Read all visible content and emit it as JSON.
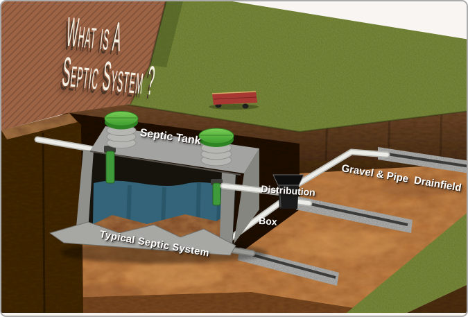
{
  "image": {
    "alt": "Cutaway 3D illustration explaining a residential septic system",
    "title": {
      "line1": "What is A",
      "line2": "Septic System ?"
    },
    "labels": {
      "septic_tank": "Septic Tank",
      "distribution_box_line1": "Distribution",
      "distribution_box_line2": "Box",
      "drainfield": "Gravel & Pipe  Drainfield",
      "caption": "Typical Septic System"
    },
    "components": {
      "house_wall": "brick house wall",
      "lawn": "grass lawn",
      "sewer_pipe": "white PVC sewer pipe from house",
      "septic_tank": "concrete septic tank cutaway with scum, liquid and sludge layers",
      "risers": "two concrete risers with green lids",
      "inlet_baffle": "green inlet baffle",
      "outlet_baffle": "green outlet baffle",
      "distribution_box": "black distribution box",
      "drainfield_trenches": "three gravel trenches with perforated pipe",
      "wagon": "red toy wagon on lawn"
    }
  },
  "colors": {
    "background": "#f8f5f2",
    "frame_border": "#ababab",
    "wall_brick": "#9c6345",
    "grass": "#7b8d3d",
    "grass_dark": "#5f7030",
    "soil_floor": "#b4713a",
    "soil_dark_face": "#6b4426",
    "soil_block_dark": "#44290f",
    "tank_concrete": "#a3a4a1",
    "tank_concrete_dark": "#85867f",
    "lid_green": "#46a536",
    "baffle_green": "#3f9a3a",
    "water_blue": "#33647a",
    "sludge_brown": "#7d482a",
    "scum_dark": "#16120c",
    "pipe_white": "#ecece8",
    "gravel_gray": "#9f9f9d",
    "dbox_black": "#1b1b1b",
    "wagon_red": "#a83832",
    "label_text": "#ffffff",
    "title_text": "#f4f0e4",
    "title_shadow": "#4a3527"
  }
}
